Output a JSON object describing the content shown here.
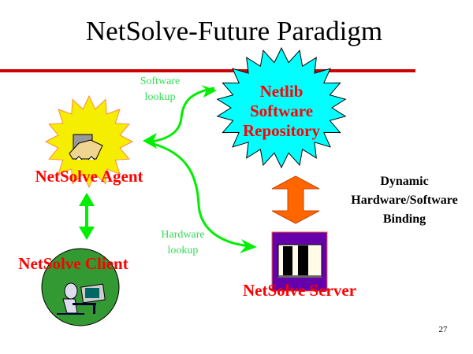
{
  "slide": {
    "title": "NetSolve-Future Paradigm",
    "page_number": "27"
  },
  "nodes": {
    "repository": {
      "lines": [
        "Netlib",
        "Software",
        "Repository"
      ]
    },
    "agent": {
      "label": "NetSolve Agent"
    },
    "client": {
      "label": "NetSolve Client"
    },
    "server": {
      "label": "NetSolve Server"
    }
  },
  "edges": {
    "software_lookup": {
      "lines": [
        "Software",
        "lookup"
      ]
    },
    "hardware_lookup": {
      "lines": [
        "Hardware",
        "lookup"
      ]
    },
    "binding": {
      "lines": [
        "Dynamic",
        "Hardware/Software",
        "Binding"
      ]
    }
  },
  "colors": {
    "accent_line": "#cc0000",
    "label_red": "#ff0000",
    "arrow_green": "#00ee00",
    "lookup_text": "#33dd55",
    "repository_fill": "#00ffff",
    "agent_fill": "#f5ee00",
    "client_fill": "#339933",
    "server_fill": "#6600aa",
    "binding_arrow": "#ff6600"
  }
}
